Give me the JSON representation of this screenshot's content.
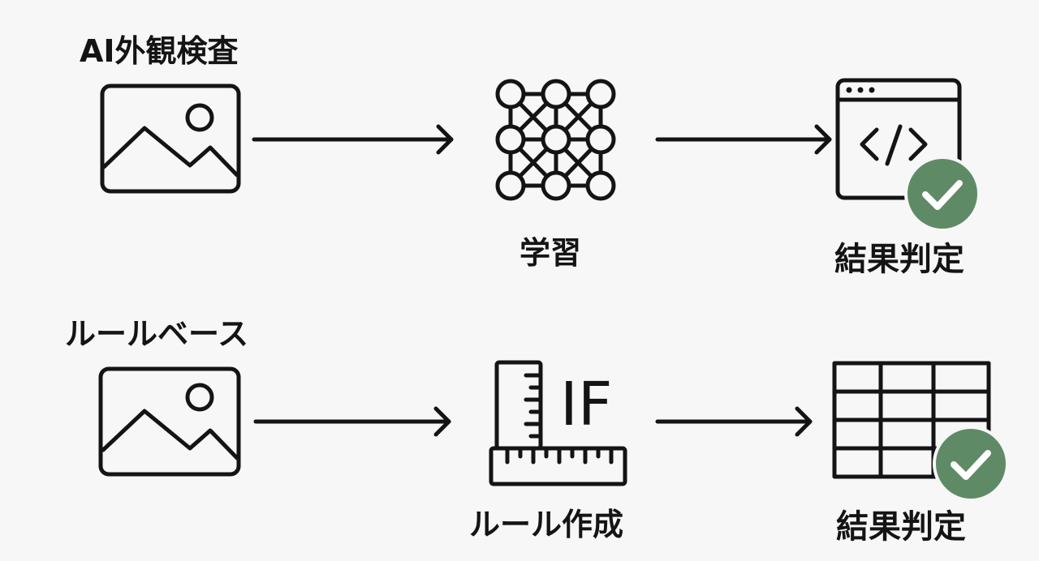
{
  "rows": {
    "ai": {
      "title": "AI外観検査",
      "step_label": "学習",
      "result_label": "結果判定"
    },
    "rule": {
      "title": "ルールベース",
      "condition_text": "IF",
      "step_label": "ルール作成",
      "result_label": "結果判定"
    }
  },
  "icons": [
    "image-icon",
    "arrow-right-icon",
    "neural-network-icon",
    "code-window-icon",
    "checkmark-badge-icon",
    "ruler-icon",
    "table-grid-icon"
  ],
  "colors": {
    "stroke": "#141414",
    "check_badge": "#5f8a66",
    "check_mark": "#ffffff",
    "background": "#f7f7f7"
  }
}
